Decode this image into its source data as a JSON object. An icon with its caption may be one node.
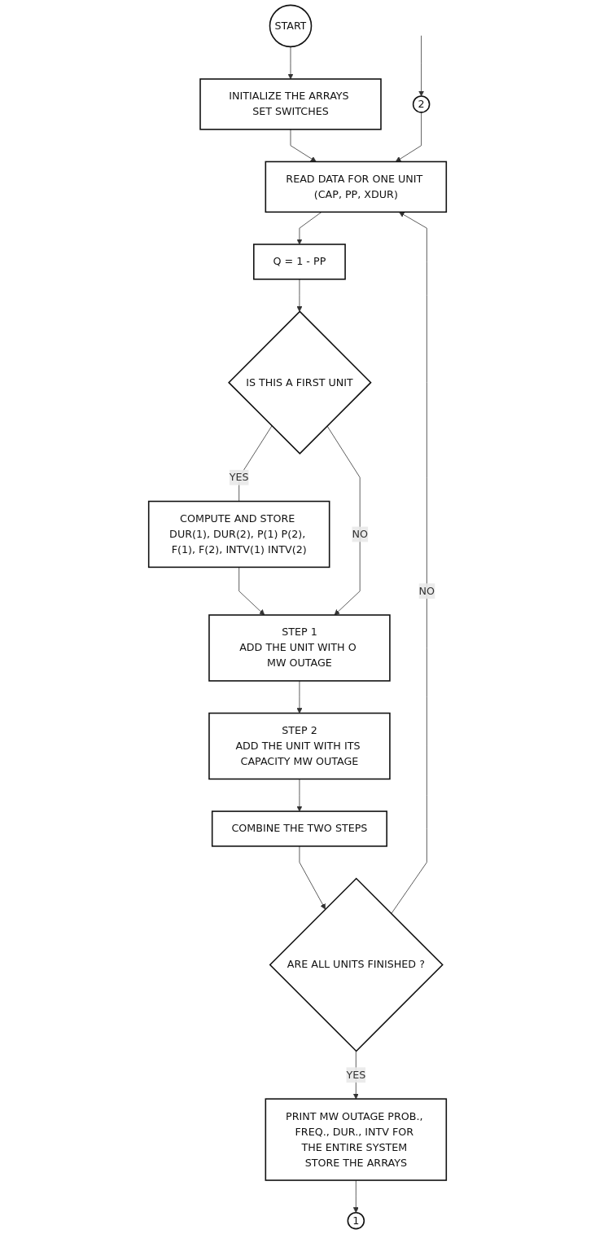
{
  "diagram": {
    "nodes": [
      {
        "text": [
          "START"
        ]
      },
      {
        "text": [
          "INITIALIZE THE ARRAYS SET SWITCHES"
        ]
      },
      {
        "text": [
          "READ DATA FOR ONE UNIT (CAP, PP, XDUR)"
        ]
      },
      {
        "text": [
          "Q = 1 - PP"
        ]
      },
      {
        "text": [
          "IS THIS A FIRST UNIT"
        ]
      },
      {
        "text": [
          "COMPUTE AND STORE DUR(1), DUR(2), P(1) P(2), F(1), F(2), INTV(1) INTV(2)"
        ]
      },
      {
        "text": [
          "STEP 1",
          "ADD THE UNIT WITH O MW OUTAGE"
        ]
      },
      {
        "text": [
          "STEP 2",
          "ADD THE UNIT WITH ITS CAPACITY MW OUTAGE"
        ]
      },
      {
        "text": [
          "COMBINE THE TWO STEPS"
        ]
      },
      {
        "text": [
          "ARE ALL UNITS FINISHED ?"
        ]
      },
      {
        "text": [
          "PRINT MW OUTAGE PROB., FREQ., DUR., INTV FOR THE ENTIRE SYSTEM STORE THE ARRAYS"
        ]
      },
      {
        "text": [
          "1"
        ]
      },
      {
        "text": [
          "2"
        ]
      }
    ],
    "edges": [
      {
        "from": 0,
        "to": 1,
        "arrow": "to"
      },
      {
        "from": 1,
        "to": 2,
        "arrow": "to"
      },
      {
        "from": 2,
        "to": 3,
        "arrow": "to"
      },
      {
        "from": 3,
        "to": 4,
        "arrow": "to"
      },
      {
        "from": 4,
        "to": 5,
        "arrow": "none",
        "label": "YES"
      },
      {
        "from": 5,
        "to": 6,
        "arrow": "to"
      },
      {
        "from": 4,
        "to": 6,
        "arrow": "to",
        "label": "NO"
      },
      {
        "from": 6,
        "to": 7,
        "arrow": "to"
      },
      {
        "from": 7,
        "to": 8,
        "arrow": "to"
      },
      {
        "from": 8,
        "to": 9,
        "arrow": "to"
      },
      {
        "from": 9,
        "to": 2,
        "arrow": "to",
        "label": "NO"
      },
      {
        "from": 12,
        "to": 2,
        "arrow": "to"
      },
      {
        "from": null,
        "to": 12,
        "arrow": "to"
      },
      {
        "from": 9,
        "to": 10,
        "arrow": "to",
        "label": "YES"
      },
      {
        "from": 10,
        "to": 11,
        "arrow": "to"
      }
    ]
  }
}
